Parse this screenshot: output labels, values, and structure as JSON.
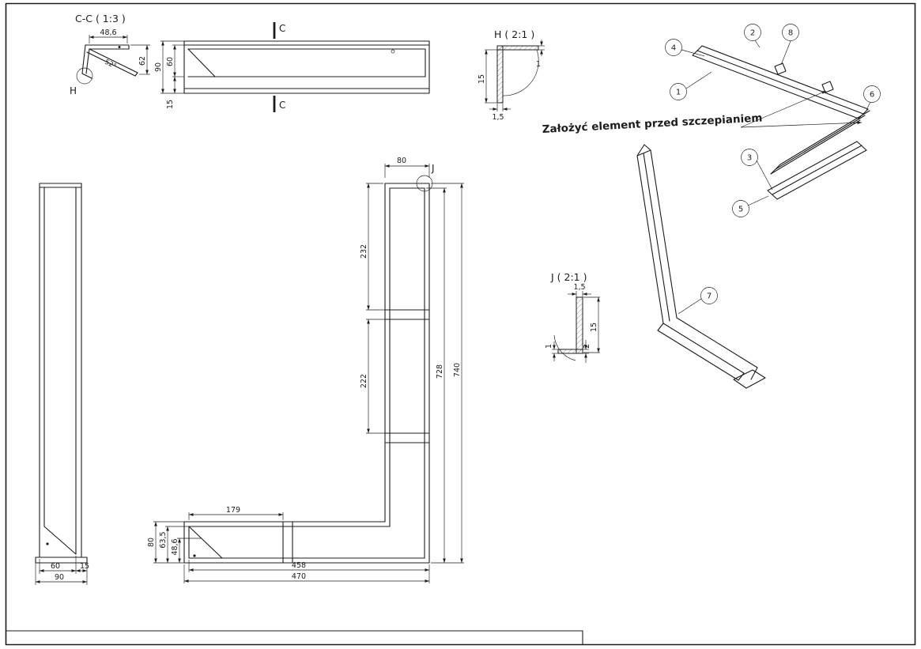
{
  "page": {
    "background": "#ffffff",
    "line_color": "#1c1c1c"
  },
  "note": {
    "text": "Założyć element przed szczepianiem"
  },
  "section_cc": {
    "title": "C-C ( 1:3 )",
    "dim_width": "48,6",
    "dim_height": "62",
    "dim_angle": "52°",
    "detail_label": "H"
  },
  "top_view": {
    "section_label": "C",
    "dim_outer_width": "90",
    "dim_inner_width": "60",
    "dim_flange": "15"
  },
  "detail_h": {
    "title": "H ( 2:1 )",
    "dim_height": "15",
    "dim_thickness": "1",
    "dim_base": "1,5"
  },
  "detail_j": {
    "title": "J ( 2:1 )",
    "dim_top": "1,5",
    "dim_height": "15",
    "dim_offset": "2",
    "dim_thickness": "1"
  },
  "side_view": {
    "dim_inner_width": "60",
    "dim_flange": "15",
    "dim_outer_width": "90"
  },
  "front_view": {
    "detail_label": "J",
    "dim_top_width": "80",
    "dim_segment_upper": "232",
    "dim_segment_lower": "222",
    "dim_inner_height": "728",
    "dim_outer_height": "740",
    "dim_bottom_inner": "179",
    "dim_left_height": "80",
    "dim_left_mid": "63,5",
    "dim_left_inner": "48,6",
    "dim_bottom_width": "458",
    "dim_bottom_total": "470"
  },
  "balloons": {
    "b1": "1",
    "b2": "2",
    "b3": "3",
    "b4": "4",
    "b5": "5",
    "b6": "6",
    "b7": "7",
    "b8": "8"
  }
}
